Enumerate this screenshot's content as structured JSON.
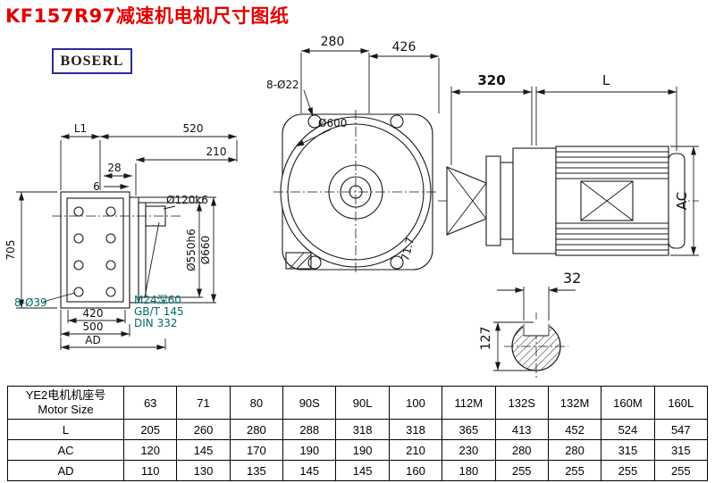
{
  "page": {
    "title": "KF157R97减速机电机尺寸图纸",
    "brand": "BOSERL"
  },
  "colors": {
    "title_red": "#e30000",
    "note_teal": "#006a6a",
    "line": "#1a1a1a"
  },
  "drawing": {
    "front": {
      "dim_top_left": "280",
      "dim_top_right": "426",
      "holes": "8-Ø22",
      "dia_outer": "Ø600",
      "angle": "71.7"
    },
    "motor": {
      "dim_front": "320",
      "dim_length": "L",
      "dim_height": "AC"
    },
    "side": {
      "dim_l1": "L1",
      "dim_width": "520",
      "dim_210": "210",
      "dim_28": "28",
      "dim_6": "6",
      "dim_height": "705",
      "holes": "8-Ø39",
      "dim_420": "420",
      "dim_500": "500",
      "dim_ad": "AD",
      "dia_shaft": "Ø120k6",
      "dia_spigot": "Ø550h6",
      "dia_flange": "Ø660",
      "note1": "M24深60",
      "note2": "GB/T 145",
      "note3": "DIN 332"
    },
    "shaft": {
      "key_width": "32",
      "diameter": "127"
    }
  },
  "table": {
    "header_cn": "YE2电机机座号",
    "header_en": "Motor Size",
    "sizes": [
      "63",
      "71",
      "80",
      "90S",
      "90L",
      "100",
      "112M",
      "132S",
      "132M",
      "160M",
      "160L"
    ],
    "rows": [
      {
        "label": "L",
        "values": [
          "205",
          "260",
          "280",
          "288",
          "318",
          "318",
          "365",
          "413",
          "452",
          "524",
          "547"
        ]
      },
      {
        "label": "AC",
        "values": [
          "120",
          "145",
          "170",
          "190",
          "190",
          "210",
          "230",
          "280",
          "280",
          "315",
          "315"
        ]
      },
      {
        "label": "AD",
        "values": [
          "110",
          "130",
          "135",
          "145",
          "145",
          "160",
          "180",
          "255",
          "255",
          "255",
          "255"
        ]
      }
    ]
  }
}
